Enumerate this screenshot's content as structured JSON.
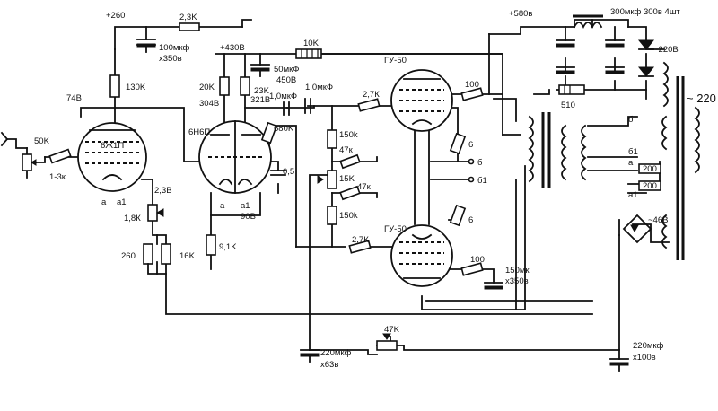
{
  "labels": {
    "v260": "+260",
    "r2_3k_top": "2,3K",
    "c100_line1": "100мкф",
    "c100_line2": "х350в",
    "r130k": "130K",
    "v74": "74В",
    "tube1": "6Ж1П",
    "pot50k": "50K",
    "r1_3k": "1-3к",
    "pin_a_1": "а",
    "pin_a1_1": "а1",
    "v2_3": "2,3В",
    "r1_8k": "1,8К",
    "r260": "260",
    "r16k": "16K",
    "v430": "+430В",
    "r20k": "20K",
    "v304": "304В",
    "r23k": "23K",
    "v321": "321В",
    "c50_line1": "50мкФ",
    "c50_line2": "450В",
    "r10k": "10K",
    "c1_0a": "1,0мкФ",
    "c1_0b": "1,0мкФ",
    "tube2": "6Н6П",
    "r680k": "680K",
    "c0_5": "0,5",
    "pin_a_2": "а",
    "pin_a1_2": "а1",
    "v90": "90В",
    "r9_1k": "9,1K",
    "tube3": "ГУ-50",
    "tube4": "ГУ-50",
    "r150k_top": "150k",
    "r47k_top": "47к",
    "r15k": "15K",
    "r47k_bot": "47к",
    "r150k_bot": "150k",
    "r2_7k_top": "2,7К",
    "r2_7k_bot": "2,7К",
    "r100_top": "100",
    "r100_bot": "100",
    "r6_top": "6",
    "r6_bot": "6",
    "sig_b": "б",
    "sig_b1": "б1",
    "v580": "+580в",
    "c300": "300мкф 300в 4шт",
    "r510": "510",
    "v220": "~220В",
    "c150_line1": "150мк",
    "c150_line2": "х350в",
    "pot47k": "47K",
    "c220a_line1": "220мкф",
    "c220a_line2": "х63в",
    "c220b_line1": "220мкф",
    "c220b_line2": "х100в",
    "sec_b": "б",
    "sec_b1": "б1",
    "sec_a": "а",
    "sec_a1": "а1",
    "r200_a": "200",
    "r200_b": "200",
    "v46": "~46В",
    "mains": "~ 220"
  }
}
